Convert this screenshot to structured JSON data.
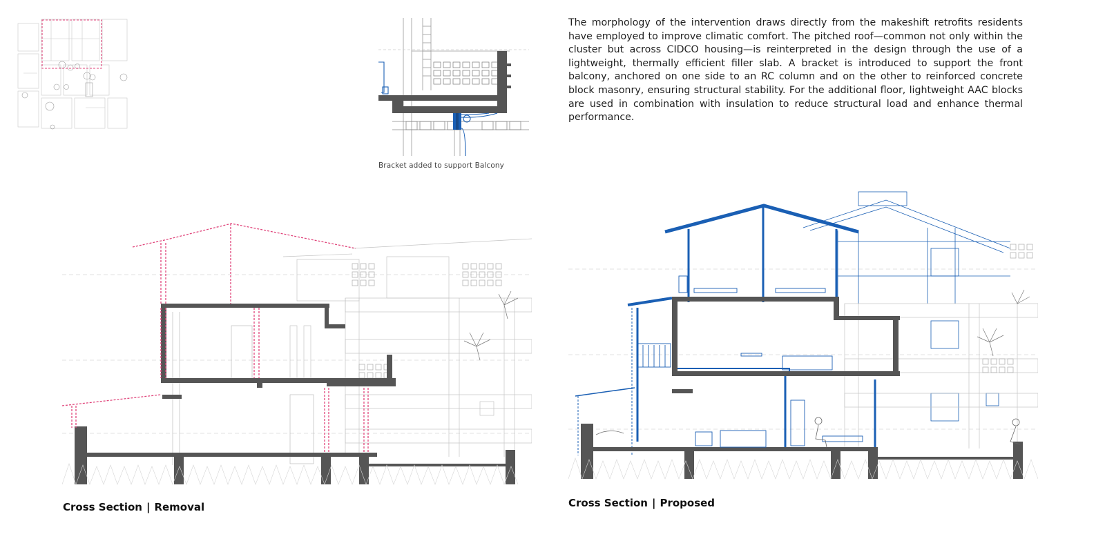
{
  "description": "The morphology of the intervention draws directly from the makeshift retrofits residents have employed to improve climatic comfort. The pitched roof—common not only within the cluster but across CIDCO housing—is reinterpreted in the design through the use of a lightweight, thermally efficient filler slab. A bracket is introduced to support the front balcony, anchored on one side to an RC column and on the other to reinforced concrete block masonry, ensuring structural stability. For the additional floor, lightweight AAC blocks are used in combination with insulation to reduce structural load and enhance thermal performance.",
  "detail_caption": "Bracket added to support Balcony",
  "sections": {
    "removal": {
      "caption_main": "Cross Section",
      "caption_separator": "|",
      "caption_sub": "Removal"
    },
    "proposed": {
      "caption_main": "Cross Section",
      "caption_separator": "|",
      "caption_sub": "Proposed"
    }
  },
  "colors": {
    "wall": "#555555",
    "removal_highlight": "#e0457b",
    "proposed_highlight": "#1a5fb4",
    "light_line": "#bdbdbd"
  }
}
